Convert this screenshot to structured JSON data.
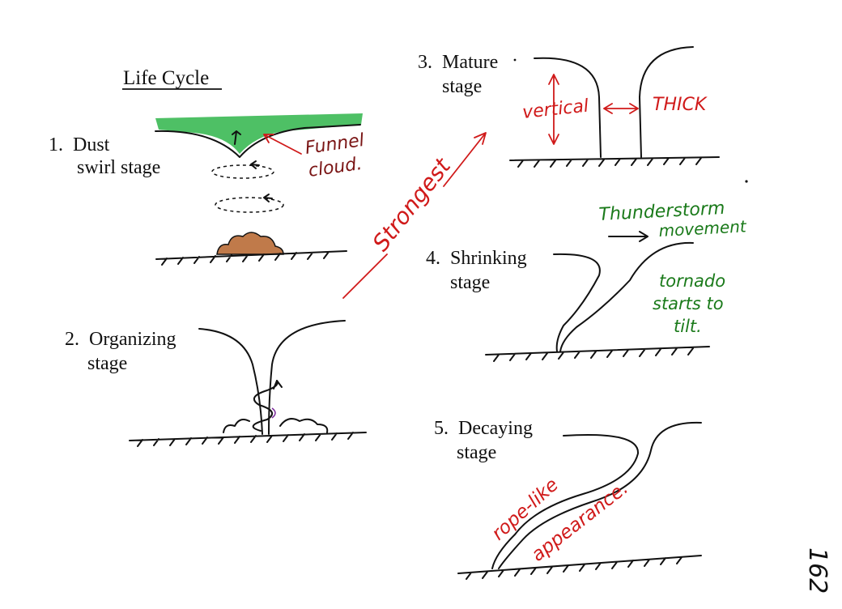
{
  "title": "Life Cycle",
  "stages": [
    {
      "number": "1.",
      "line1": "Dust",
      "line2": "swirl stage"
    },
    {
      "number": "2.",
      "line1": "Organizing",
      "line2": "stage"
    },
    {
      "number": "3.",
      "line1": "Mature",
      "line2": "stage"
    },
    {
      "number": "4.",
      "line1": "Shrinking",
      "line2": "stage"
    },
    {
      "number": "5.",
      "line1": "Decaying",
      "line2": "stage"
    }
  ],
  "annotations": {
    "funnel_line1": "Funnel",
    "funnel_line2": "cloud.",
    "strongest": "Strongest",
    "vertical": "vertical",
    "thick": "THICK",
    "thunderstorm_line1": "Thunderstorm",
    "thunderstorm_line2": "movement",
    "tilt_line1": "tornado",
    "tilt_line2": "starts to",
    "tilt_line3": "tilt.",
    "rope_line1": "rope-like",
    "rope_line2": "appearance."
  },
  "page_number": "162",
  "colors": {
    "ink": "#111111",
    "red_annotation": "#d01a1a",
    "green_annotation": "#1a7a1a",
    "cloud_green": "#2fb54a",
    "dust_brown": "#c07a4a"
  }
}
